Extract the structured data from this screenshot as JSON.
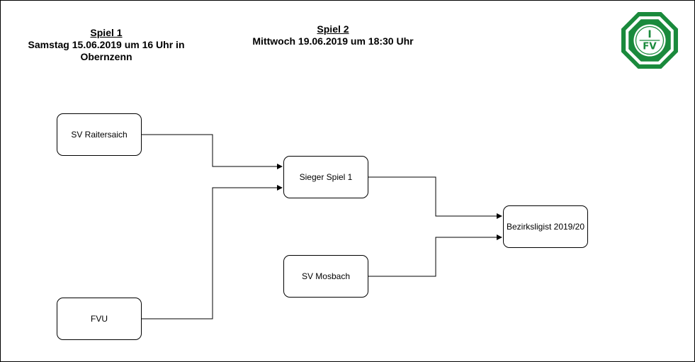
{
  "headings": {
    "spiel1": {
      "title": "Spiel 1",
      "subtitle": "Samstag 15.06.2019 um 16 Uhr in Obernzenn"
    },
    "spiel2": {
      "title": "Spiel 2",
      "subtitle": "Mittwoch 19.06.2019 um 18:30 Uhr"
    }
  },
  "nodes": {
    "raitersaich": "SV Raitersaich",
    "fvu": "FVU",
    "sieger": "Sieger Spiel 1",
    "mosbach": "SV Mosbach",
    "bezirksligist": "Bezirksligist 2019/20"
  },
  "logo": {
    "letters": "I FV",
    "color": "#1a8a3c"
  },
  "colors": {
    "line": "#000000",
    "box_border": "#000000"
  }
}
